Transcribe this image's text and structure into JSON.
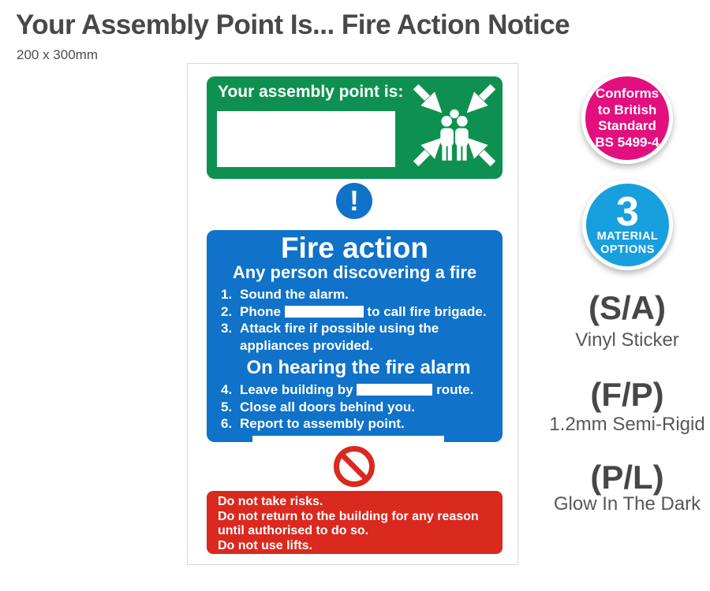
{
  "page": {
    "title": "Your Assembly Point Is... Fire Action Notice",
    "size_label": "200 x 300mm"
  },
  "colors": {
    "safety_green": "#0E9150",
    "safety_blue": "#1072C8",
    "safety_red": "#DA291F",
    "badge_pink": "#E40F7E",
    "badge_blue": "#189FDD"
  },
  "sign": {
    "assembly": {
      "title": "Your assembly point is:",
      "icon": "assembly-point-icon"
    },
    "mandatory_icon_glyph": "!",
    "fire_action": {
      "heading": "Fire action",
      "subheading": "Any person discovering a fire",
      "items": [
        {
          "num": "1.",
          "text": "Sound the alarm."
        },
        {
          "num": "2.",
          "pre": "Phone",
          "post": "to call fire brigade."
        },
        {
          "num": "3.",
          "text": "Attack fire if possible using the appliances provided."
        },
        {
          "num": "4.",
          "pre": "Leave building by",
          "post": "route."
        },
        {
          "num": "5.",
          "text": "Close all doors behind you."
        },
        {
          "num": "6.",
          "text": "Report to assembly point."
        }
      ],
      "alarm_heading": "On hearing the fire alarm"
    },
    "warning": {
      "lines": [
        "Do not take risks.",
        "Do not return to the building for any reason",
        "until authorised to do so.",
        "Do not use lifts."
      ]
    }
  },
  "badges": {
    "standard": {
      "lines": [
        "Conforms",
        "to British",
        "Standard",
        "BS 5499-4"
      ]
    },
    "material": {
      "count": "3",
      "lines": [
        "MATERIAL",
        "OPTIONS"
      ]
    }
  },
  "materials": [
    {
      "code": "(S/A)",
      "label": "Vinyl Sticker"
    },
    {
      "code": "(F/P)",
      "label": "1.2mm Semi-Rigid"
    },
    {
      "code": "(P/L)",
      "label": "Glow In The Dark"
    }
  ]
}
